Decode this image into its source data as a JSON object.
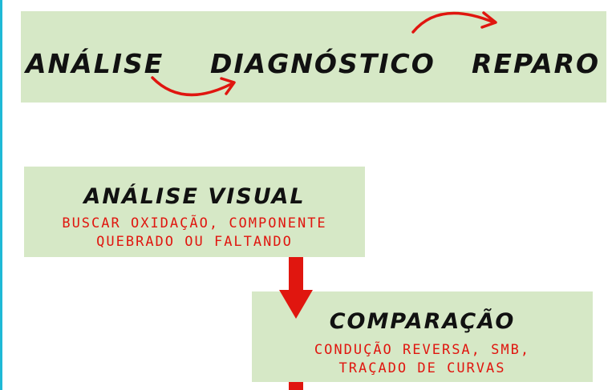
{
  "colors": {
    "panel_green": "#d6e8c6",
    "arrow_red": "#e0160f",
    "text_dark": "#111111",
    "edge_cyan": "#1fb9d6"
  },
  "process_steps": [
    "ANÁLISE",
    "DIAGNÓSTICO",
    "REPARO"
  ],
  "visual_box": {
    "title": "ANÁLISE VISUAL",
    "subtitle_lines": [
      "BUSCAR OXIDAÇÃO, COMPONENTE",
      "QUEBRADO OU FALTANDO"
    ]
  },
  "comparison_box": {
    "title": "COMPARAÇÃO",
    "subtitle_lines": [
      "CONDUÇÃO REVERSA, SMB,",
      "TRAÇADO DE CURVAS"
    ]
  },
  "icons": [
    "curved-arrow-icon",
    "down-arrow-icon"
  ]
}
